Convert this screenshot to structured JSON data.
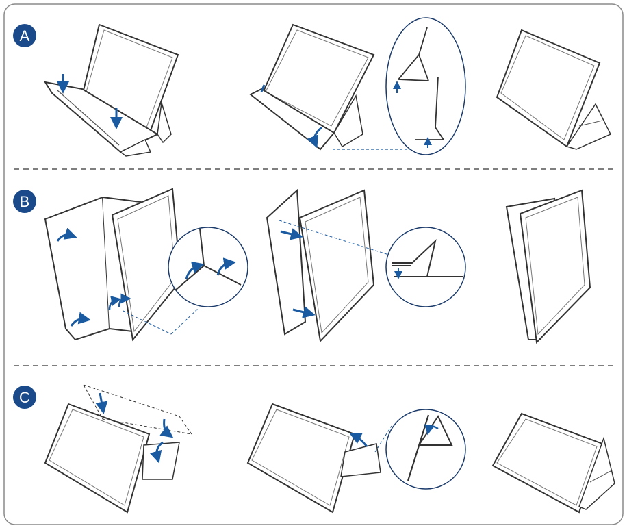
{
  "colors": {
    "frame": "#8a8a8a",
    "badge": "#1a4a8a",
    "line": "#3a3a3a",
    "accent": "#1a5aa0",
    "divider": "#555555"
  },
  "sections": [
    {
      "label": "A",
      "steps": [
        "monitor-stand-step-1",
        "monitor-stand-step-2",
        "monitor-stand-step-3"
      ]
    },
    {
      "label": "B",
      "steps": [
        "monitor-upright-step-1",
        "monitor-upright-step-2",
        "monitor-upright-step-3"
      ]
    },
    {
      "label": "C",
      "steps": [
        "monitor-tent-step-1",
        "monitor-tent-step-2",
        "monitor-tent-step-3"
      ]
    }
  ]
}
